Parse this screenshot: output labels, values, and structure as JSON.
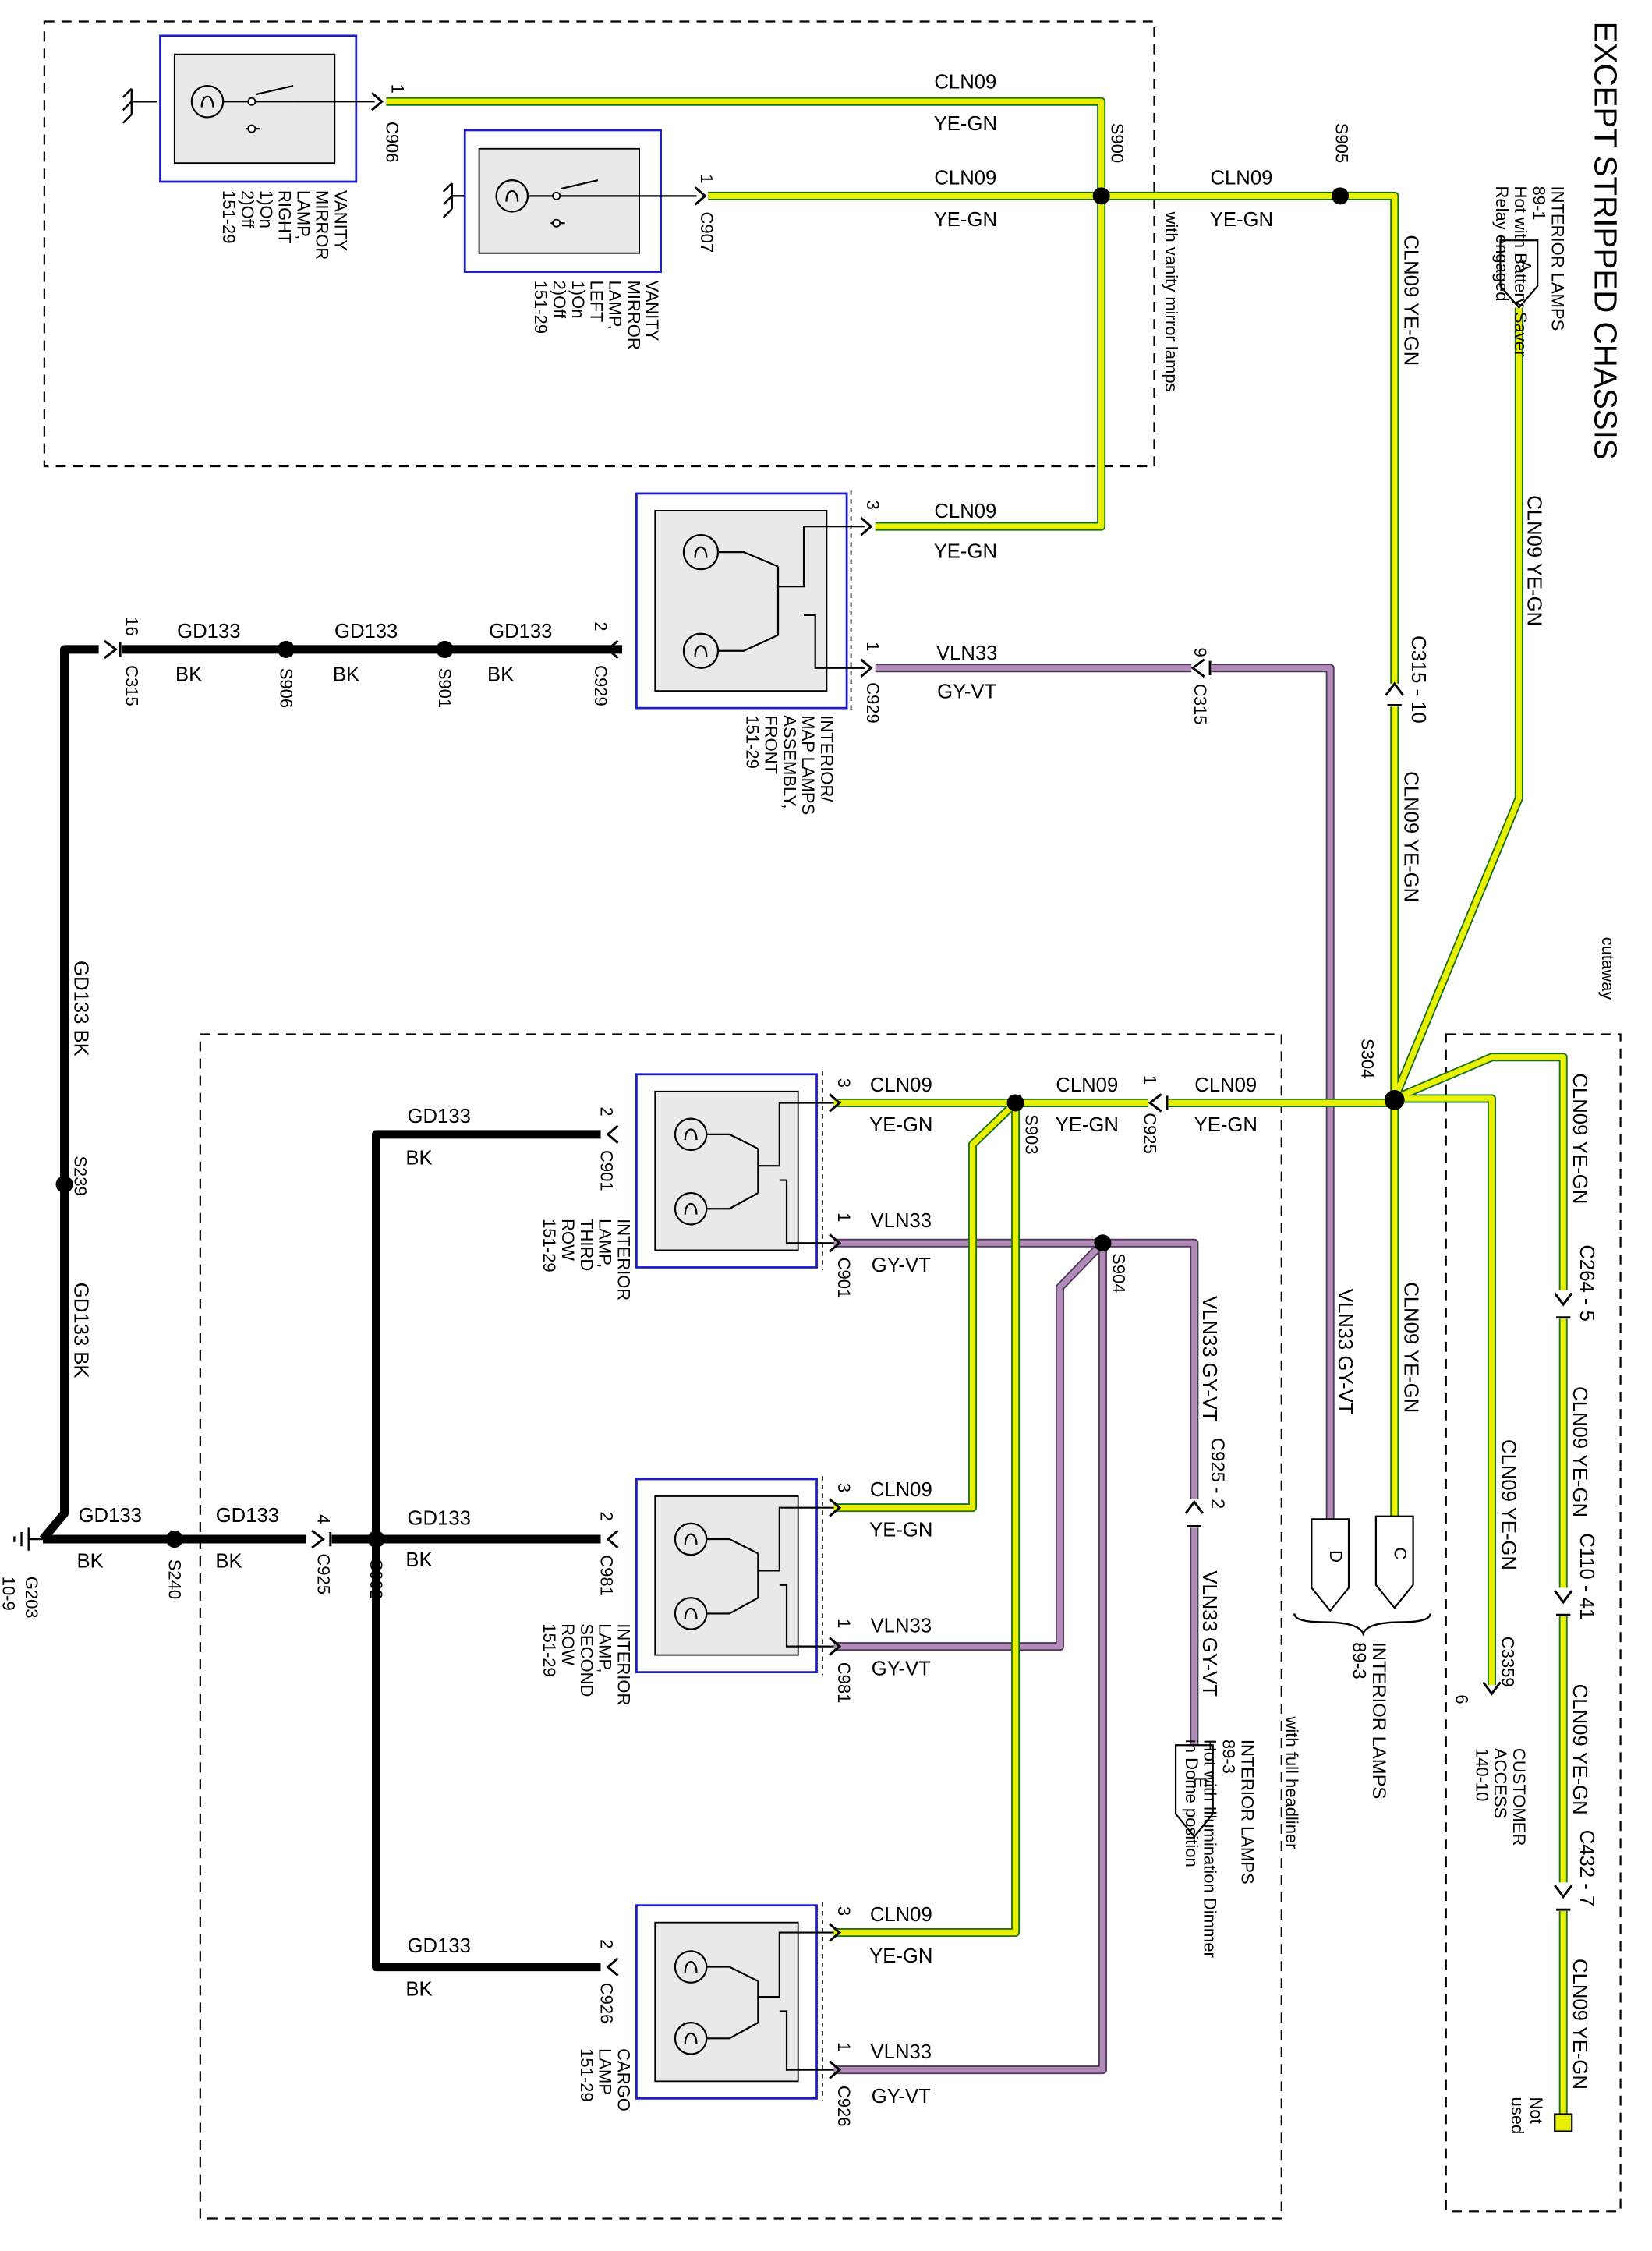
{
  "page": {
    "heading": "EXCEPT STRIPPED CHASSIS"
  },
  "colors": {
    "yellow_green_wire": "#e6f000",
    "yellow_green_edge": "#1c6e1c",
    "gray_violet_wire": "#b38bb8",
    "gray_violet_edge": "#4a3a55",
    "black_wire": "#000000",
    "component_border": "#1c1cc8",
    "component_fill": "#e9e9e9"
  },
  "labels": {
    "cln09": "CLN09",
    "ye_gn": "YE-GN",
    "vln33": "VLN33",
    "gy_vt": "GY-VT",
    "gd133": "GD133",
    "bk": "BK",
    "cln09_ye_gn": "CLN09   YE-GN",
    "vln33_gy_vt": "VLN33   GY-VT",
    "gd133_bk": "GD133   BK",
    "pin1": "1",
    "pin2": "2",
    "pin3": "3",
    "pin4": "4",
    "pin9": "9",
    "pin16": "16",
    "c906": "C906",
    "c907": "C907",
    "c929": "C929",
    "c315": "C315",
    "c901": "C901",
    "c981": "C981",
    "c926": "C926",
    "c925": "C925",
    "c3359": "C3359",
    "c315_10": "C315 - 10",
    "c264_5": "C264 - 5",
    "c110_41": "C110 - 41",
    "c432_7": "C432 - 7",
    "c925_2": "C925 - 2",
    "s900": "S900",
    "s905": "S905",
    "s906": "S906",
    "s901": "S901",
    "s304": "S304",
    "s903": "S903",
    "s904": "S904",
    "s239": "S239",
    "s240": "S240",
    "s902": "S902",
    "g203": "G203",
    "g203_ref": "10-9",
    "conn_a": "A",
    "conn_c": "C",
    "conn_d": "D",
    "conn_e": "E",
    "with_vanity_mirror_lamps": "with vanity mirror lamps",
    "with_full_headliner": "with full headliner",
    "cutaway": "cutaway",
    "not_used": [
      "Not",
      "used"
    ],
    "interior_lamps_a": [
      "INTERIOR LAMPS",
      "89-1",
      "Hot with Battery Saver",
      "Relay engaged"
    ],
    "interior_lamps_cd": [
      "INTERIOR LAMPS",
      "89-3"
    ],
    "interior_lamps_e": [
      "INTERIOR LAMPS",
      "89-3",
      "Hot with Illumination Dimmer",
      "in Dome position"
    ],
    "customer_access": [
      "CUSTOMER",
      "ACCESS",
      "140-10"
    ],
    "customer_access_pin": "6",
    "vanity_right": [
      "VANITY",
      "MIRROR",
      "LAMP,",
      "RIGHT",
      "1)On",
      "2)Off",
      "151-29"
    ],
    "vanity_left": [
      "VANITY",
      "MIRROR",
      "LAMP,",
      "LEFT",
      "1)On",
      "2)Off",
      "151-29"
    ],
    "map_lamps": [
      "INTERIOR/",
      "MAP LAMPS",
      "ASSEMBLY,",
      "FRONT",
      "151-29"
    ],
    "third_row": [
      "INTERIOR",
      "LAMP,",
      "THIRD",
      "ROW",
      "151-29"
    ],
    "second_row": [
      "INTERIOR",
      "LAMP,",
      "SECOND",
      "ROW",
      "151-29"
    ],
    "cargo": [
      "CARGO",
      "LAMP",
      "151-29"
    ]
  }
}
